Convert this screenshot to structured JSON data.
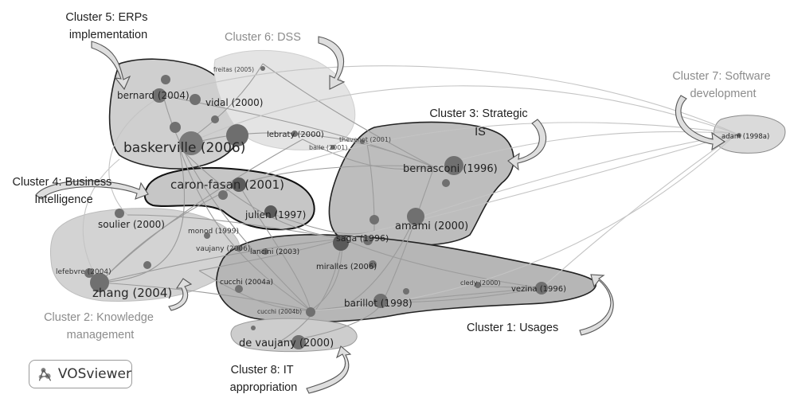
{
  "colors": {
    "cluster_fill": "#cfcfcf",
    "cluster_fill_dark": "#a8a8a8",
    "cluster_stroke": "#222222",
    "edge": "#9b9b9b",
    "edge_light": "#c4c4c4",
    "node": "#707070",
    "text_dark": "#1f1f1f",
    "text_grey": "#8c8c8c",
    "arrow_fill": "#dedede"
  },
  "cluster_labels": [
    {
      "id": "c5",
      "lines": [
        "Cluster 5: ERPs",
        "implementation"
      ],
      "tone": "dark"
    },
    {
      "id": "c6",
      "lines": [
        "Cluster 6: DSS"
      ],
      "tone": "grey"
    },
    {
      "id": "c7",
      "lines": [
        "Cluster 7: Software",
        "development"
      ],
      "tone": "grey"
    },
    {
      "id": "c3",
      "lines": [
        "Cluster 3: Strategic",
        "IS"
      ],
      "tone": "dark"
    },
    {
      "id": "c4",
      "lines": [
        "Cluster 4: Business",
        "Intelligence"
      ],
      "tone": "dark"
    },
    {
      "id": "c2",
      "lines": [
        "Cluster 2: Knowledge",
        "management"
      ],
      "tone": "grey"
    },
    {
      "id": "c1",
      "lines": [
        "Cluster 1: Usages"
      ],
      "tone": "dark"
    },
    {
      "id": "c8",
      "lines": [
        "Cluster 8: IT",
        "appropriation"
      ],
      "tone": "dark"
    }
  ],
  "nodes": [
    {
      "id": "baskerville",
      "label": "baskerville (2006)"
    },
    {
      "id": "caronfasan",
      "label": "caron-fasan (2001)"
    },
    {
      "id": "bernard",
      "label": "bernard (2004)"
    },
    {
      "id": "vidal",
      "label": "vidal (2000)"
    },
    {
      "id": "freitas",
      "label": "freitas (2005)"
    },
    {
      "id": "lebraty",
      "label": "lebraty (2000)"
    },
    {
      "id": "baile",
      "label": "baile (2001)"
    },
    {
      "id": "thevenot",
      "label": "thevenot (2001)"
    },
    {
      "id": "bernasconi",
      "label": "bernasconi (1996)"
    },
    {
      "id": "adam",
      "label": "adam (1998a)"
    },
    {
      "id": "julien",
      "label": "julien (1997)"
    },
    {
      "id": "amami",
      "label": "amami (2000)"
    },
    {
      "id": "soulier",
      "label": "soulier (2000)"
    },
    {
      "id": "monod",
      "label": "monod (1999)"
    },
    {
      "id": "saga",
      "label": "saga (1996)"
    },
    {
      "id": "vaujany2006",
      "label": "vaujany (2006)"
    },
    {
      "id": "lancini",
      "label": "lancini (2003)"
    },
    {
      "id": "miralles",
      "label": "miralles (2006)"
    },
    {
      "id": "lefebvre",
      "label": "lefebvre (2004)"
    },
    {
      "id": "zhang",
      "label": "zhang (2004)"
    },
    {
      "id": "cucchi2004a",
      "label": "cucchi (2004a)"
    },
    {
      "id": "cledy",
      "label": "cledy (2000)"
    },
    {
      "id": "vezina",
      "label": "vezina (1996)"
    },
    {
      "id": "barillot",
      "label": "barillot (1998)"
    },
    {
      "id": "cucchi2004b",
      "label": "cucchi (2004b)"
    },
    {
      "id": "devaujany",
      "label": "de vaujany (2000)"
    }
  ],
  "logo": {
    "text": "VOSviewer",
    "icon": "vosviewer-logo-icon"
  }
}
